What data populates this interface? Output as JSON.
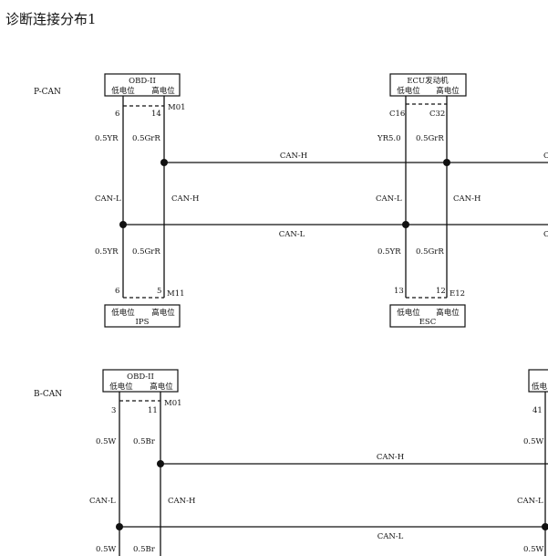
{
  "title": "诊断连接分布1",
  "pcan": {
    "label": "P-CAN",
    "obd": {
      "name": "OBD-II",
      "low": "低电位",
      "high": "高电位",
      "pin_l": "6",
      "pin_h": "14",
      "code": "M01"
    },
    "ecu": {
      "name": "ECU发动机",
      "low": "低电位",
      "high": "高电位",
      "pin_l": "C16",
      "pin_h": "C32"
    },
    "ips": {
      "name": "IPS",
      "low": "低电位",
      "high": "高电位",
      "pin_l": "6",
      "pin_h": "5",
      "code": "M11"
    },
    "esc": {
      "name": "ESC",
      "low": "低电位",
      "high": "高电位",
      "pin_l": "13",
      "pin_h": "12",
      "code": "E12"
    },
    "wire_top_l": "0.5YR",
    "wire_top_h": "0.5GrR",
    "wire_top_l2": "YR5.0",
    "wire_top_h2": "0.5GrR",
    "wire_bot_l": "0.5YR",
    "wire_bot_h": "0.5GrR",
    "wire_bot_l2": "0.5YR",
    "wire_bot_h2": "0.5GrR",
    "canh_label": "CAN-H",
    "canl_label": "CAN-L",
    "bus_h": "CAN-H",
    "bus_l": "CAN-L",
    "edge_h": "C",
    "edge_l": "C"
  },
  "bcan": {
    "label": "B-CAN",
    "obd": {
      "name": "OBD-II",
      "low": "低电位",
      "high": "高电位",
      "pin_l": "3",
      "pin_h": "11",
      "code": "M01"
    },
    "edge_box": "低电",
    "edge_pin": "41",
    "wire_top_l": "0.5W",
    "wire_top_h": "0.5Br",
    "wire_top_l2": "0.5W",
    "wire_bot_l": "0.5W",
    "wire_bot_h": "0.5Br",
    "wire_bot_l2": "0.5W",
    "canh_label": "CAN-H",
    "canl_label": "CAN-L",
    "canl_label2": "CAN-L",
    "bus_h": "CAN-H",
    "bus_l": "CAN-L"
  }
}
